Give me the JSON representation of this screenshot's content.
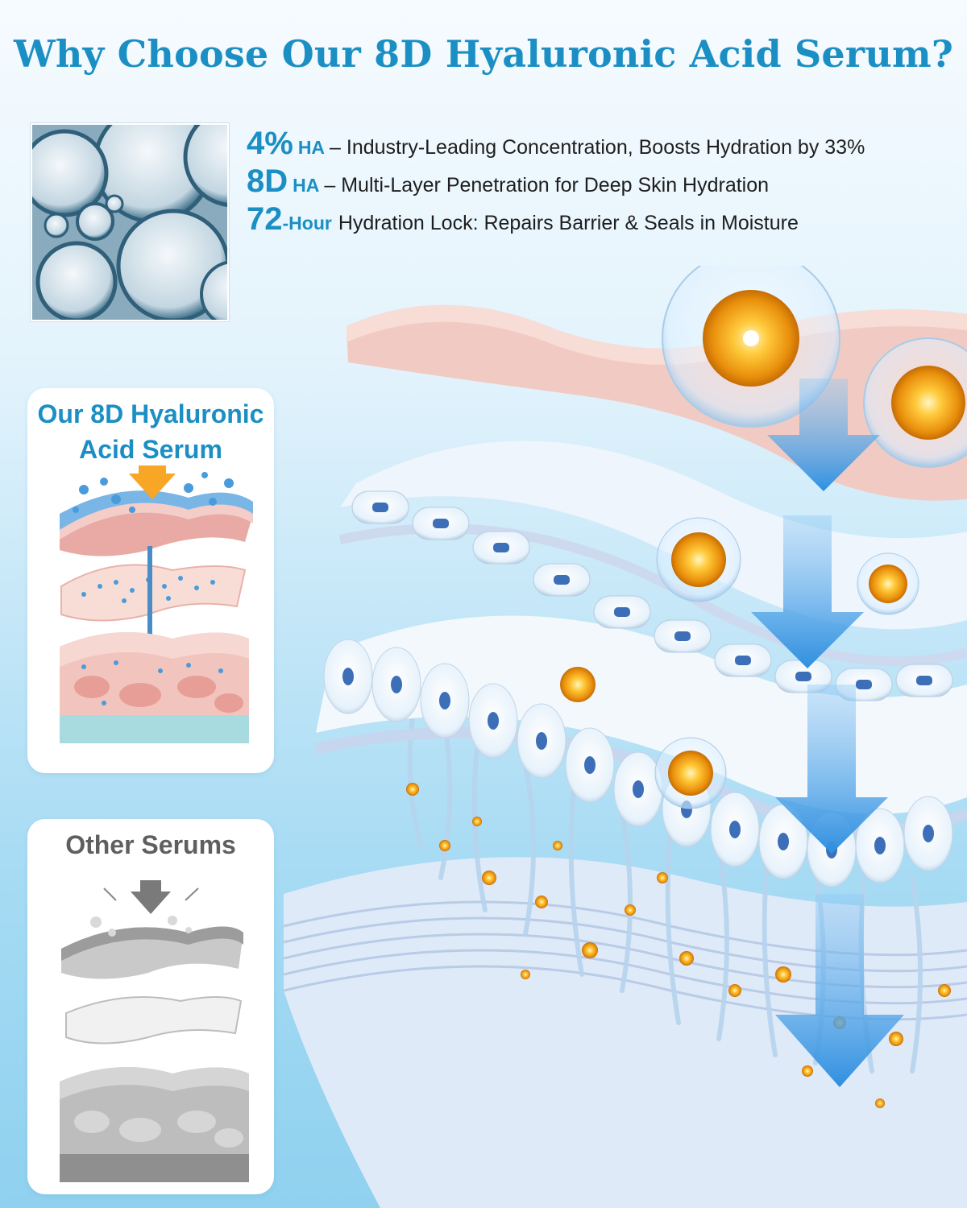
{
  "headline": "Why Choose Our 8D Hyaluronic Acid Serum?",
  "features": [
    {
      "value": "4%",
      "unit": "HA",
      "text": "– Industry-Leading Concentration, Boosts Hydration by 33%"
    },
    {
      "value": "8D",
      "unit": "HA",
      "text": "– Multi-Layer Penetration for Deep Skin Hydration"
    },
    {
      "value": "72",
      "unit": "-Hour",
      "text": "Hydration Lock: Repairs Barrier & Seals in Moisture"
    }
  ],
  "comparison": {
    "ours": {
      "title_line1": "Our 8D Hyaluronic",
      "title_line2": "Acid Serum"
    },
    "other": {
      "title": "Other Serums"
    }
  },
  "colors": {
    "brand_blue": "#1b8fc4",
    "arrow_blue": "#4aa6e6",
    "skin_pink": "#f2cfc6",
    "gold": "#f3a51c"
  },
  "icons": [
    "bubble-photo",
    "penetration-arrow-icon",
    "serum-sphere-icon"
  ]
}
